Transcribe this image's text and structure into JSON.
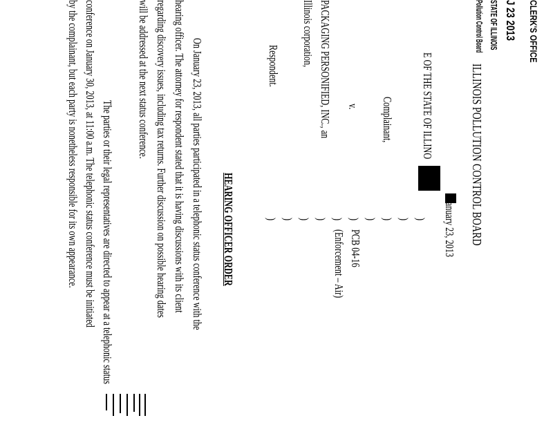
{
  "stamp": {
    "office": "CLERK'S OFFICE",
    "date_mark": "J  23 2013",
    "state": "STATE OF ILLINOIS",
    "board": "Pollution Control Board"
  },
  "header": {
    "title": "ILLINOIS POLLUTION CONTROL BOARD",
    "date": "January 23, 2013"
  },
  "caption": {
    "plaintiff": "E OF THE STATE OF ILLINO",
    "plaintiff_role": "Complainant,",
    "versus": "v.",
    "defendant": "PACKAGING PERSONIFIED, INC., an",
    "defendant_desc": "Illinois corporation,",
    "defendant_role": "Respondent.",
    "paren": ")",
    "case_no": "PCB 04-16",
    "case_type": "(Enforcement – Air)"
  },
  "order_title": "HEARING OFFICER ORDER",
  "paragraph1": [
    "On January 23, 2013, all parties participated in a telephonic status conference with the",
    "hearing officer.  The attorney for respondent stated that it is having discussions with its client",
    "regarding discovery issues, including tax returns.  Further discussion on possible hearing dates",
    "will be addressed at the next status conference."
  ],
  "paragraph2": [
    "The parties or their legal representatives are directed to appear at a telephonic status",
    "conference on January 30, 2013, at 11:00 a.m.  The telephonic status conference must be initiated",
    "by the complainant, but each party is nonetheless responsible for its own appearance."
  ]
}
